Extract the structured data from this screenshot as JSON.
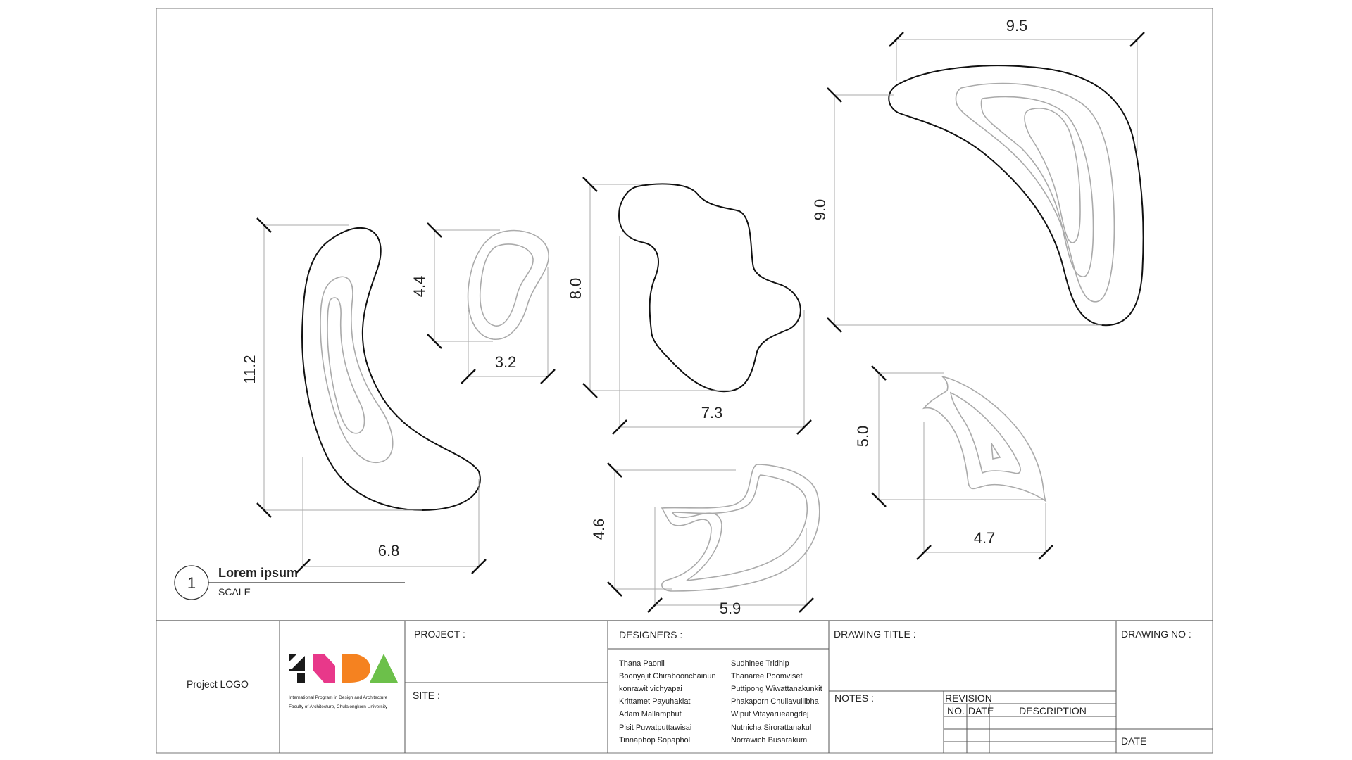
{
  "dimensions": {
    "shape1_height": "11.2",
    "shape1_width": "6.8",
    "shape2_height": "4.4",
    "shape2_width": "3.2",
    "shape3_height": "8.0",
    "shape3_width": "7.3",
    "shape4_height": "9.0",
    "shape4_width": "9.5",
    "shape5_height": "4.6",
    "shape5_width": "5.9",
    "shape6_height": "5.0",
    "shape6_width": "4.7"
  },
  "view_label": {
    "number": "1",
    "title": "Lorem ipsum",
    "scale": "SCALE"
  },
  "title_block": {
    "project_logo": "Project LOGO",
    "institution_line1": "International Program in Design and Architecture",
    "institution_line2": "Faculty of Architecture, Chulalongkorn University",
    "project_label": "PROJECT :",
    "site_label": "SITE :",
    "designers_label": "DESIGNERS :",
    "designers_col1": [
      "Thana Paonil",
      "Boonyajit Chiraboonchainun",
      "konrawit vichyapai",
      "Krittamet Payuhakiat",
      "Adam Mallamphut",
      "Pisit Puwatputtawisai",
      "Tinnaphop Sopaphol"
    ],
    "designers_col2": [
      "Sudhinee Tridhip",
      "Thanaree Poomviset",
      "Puttipong Wiwattanakunkit",
      "Phakaporn Chullavullibha",
      "Wiput Vitayarueangdej",
      "Nutnicha Sirorattanakul",
      "Norrawich Busarakum"
    ],
    "drawing_title_label": "DRAWING TITLE :",
    "notes_label": "NOTES :",
    "revision_label": "REVISION",
    "rev_no": "NO.",
    "rev_date": "DATE",
    "rev_description": "DESCRIPTION",
    "drawing_no_label": "DRAWING NO :",
    "date_label": "DATE"
  },
  "colors": {
    "logo_black": "#1a1a1a",
    "logo_magenta": "#e8388a",
    "logo_orange": "#f58220",
    "logo_green": "#6cc04a"
  }
}
